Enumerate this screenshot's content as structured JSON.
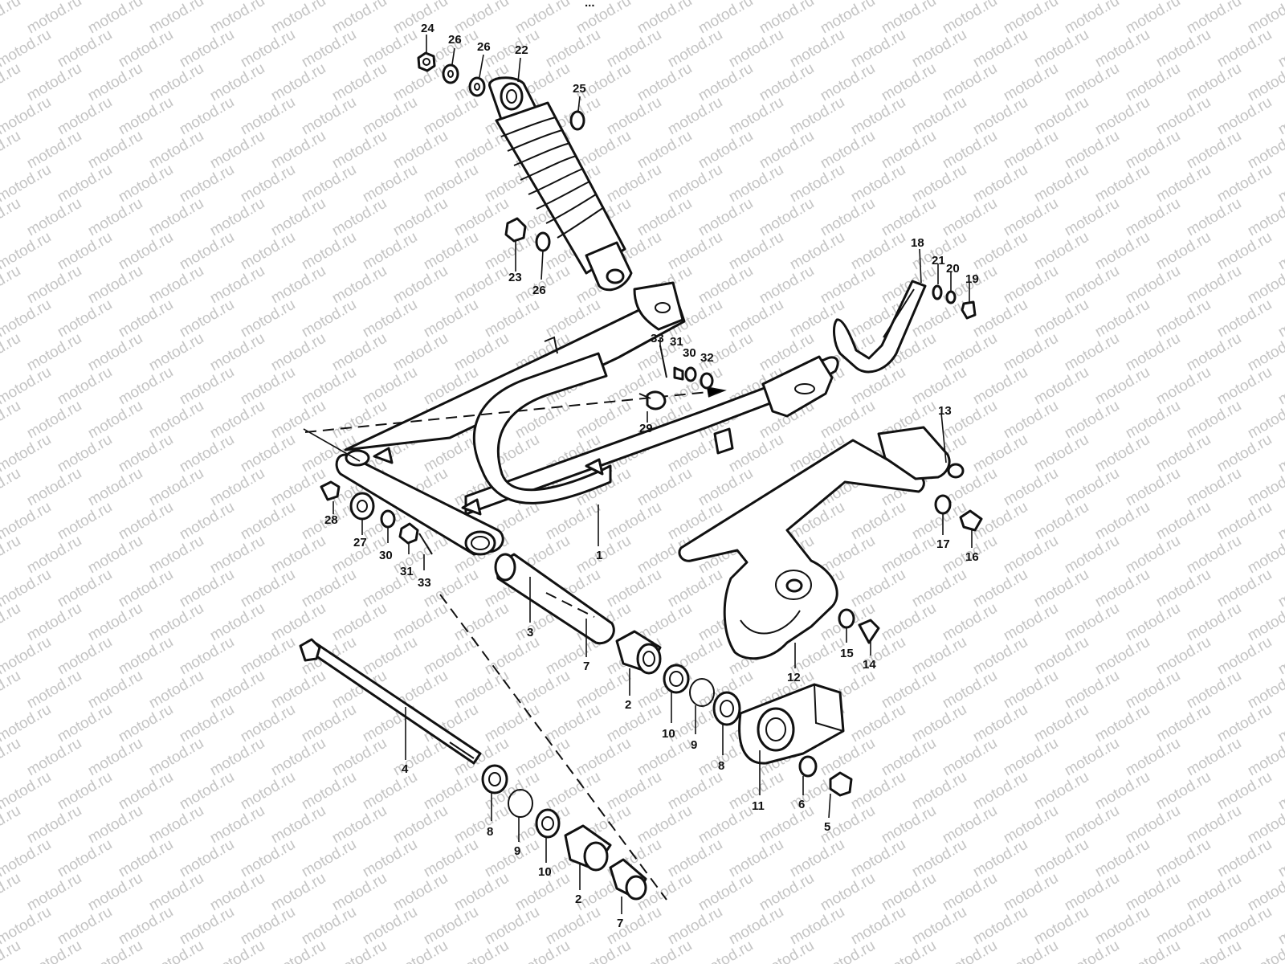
{
  "watermark": {
    "text": "motod.ru"
  },
  "header_fragment": "...",
  "callouts": [
    {
      "id": "c24",
      "text": "24"
    },
    {
      "id": "c26a",
      "text": "26"
    },
    {
      "id": "c26b",
      "text": "26"
    },
    {
      "id": "c22",
      "text": "22"
    },
    {
      "id": "c25",
      "text": "25"
    },
    {
      "id": "c23",
      "text": "23"
    },
    {
      "id": "c26c",
      "text": "26"
    },
    {
      "id": "c18",
      "text": "18"
    },
    {
      "id": "c21",
      "text": "21"
    },
    {
      "id": "c20",
      "text": "20"
    },
    {
      "id": "c19",
      "text": "19"
    },
    {
      "id": "c33a",
      "text": "33"
    },
    {
      "id": "c31a",
      "text": "31"
    },
    {
      "id": "c30a",
      "text": "30"
    },
    {
      "id": "c32",
      "text": "32"
    },
    {
      "id": "c29",
      "text": "29"
    },
    {
      "id": "c13",
      "text": "13"
    },
    {
      "id": "c28",
      "text": "28"
    },
    {
      "id": "c27",
      "text": "27"
    },
    {
      "id": "c30b",
      "text": "30"
    },
    {
      "id": "c31b",
      "text": "31"
    },
    {
      "id": "c33b",
      "text": "33"
    },
    {
      "id": "c1",
      "text": "1"
    },
    {
      "id": "c17",
      "text": "17"
    },
    {
      "id": "c16",
      "text": "16"
    },
    {
      "id": "c3",
      "text": "3"
    },
    {
      "id": "c7a",
      "text": "7"
    },
    {
      "id": "c2a",
      "text": "2"
    },
    {
      "id": "c15",
      "text": "15"
    },
    {
      "id": "c14",
      "text": "14"
    },
    {
      "id": "c12",
      "text": "12"
    },
    {
      "id": "c10a",
      "text": "10"
    },
    {
      "id": "c9a",
      "text": "9"
    },
    {
      "id": "c8a",
      "text": "8"
    },
    {
      "id": "c11",
      "text": "11"
    },
    {
      "id": "c6",
      "text": "6"
    },
    {
      "id": "c5",
      "text": "5"
    },
    {
      "id": "c4",
      "text": "4"
    },
    {
      "id": "c8b",
      "text": "8"
    },
    {
      "id": "c9b",
      "text": "9"
    },
    {
      "id": "c10b",
      "text": "10"
    },
    {
      "id": "c2b",
      "text": "2"
    },
    {
      "id": "c7b",
      "text": "7"
    }
  ]
}
